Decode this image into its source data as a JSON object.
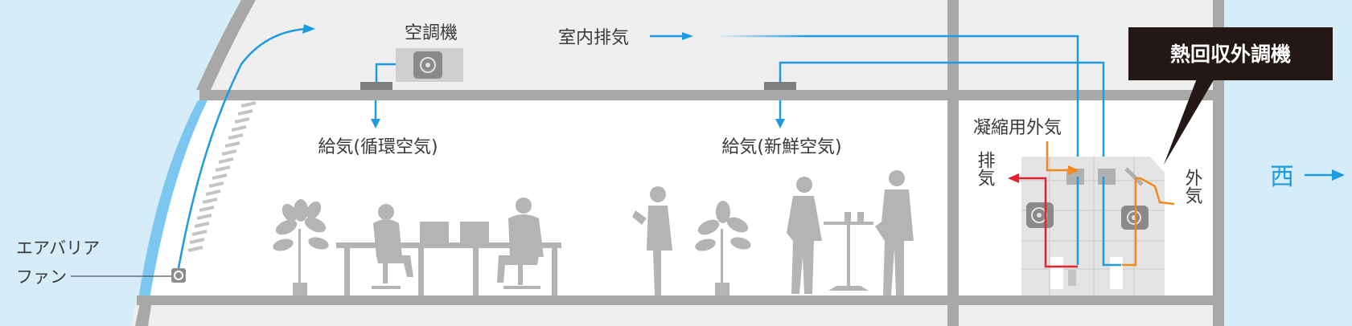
{
  "labels": {
    "ac_unit": "空調機",
    "indoor_exhaust": "室内排気",
    "supply_recirc": "給気(循環空気)",
    "supply_fresh": "給気(新鮮空気)",
    "condensing_air": "凝縮用外気",
    "exhaust": "排気",
    "outside_air": "外気",
    "heat_recovery_unit": "熱回収外調機",
    "west": "西",
    "airbarrier_fan_line1": "エアバリア",
    "airbarrier_fan_line2": "ファン"
  },
  "colors": {
    "sky": "#d6ecf8",
    "glass": "#7cc7ef",
    "building": "#a8a8a8",
    "ceiling": "#efefef",
    "room": "#ffffff",
    "silhouette": "#b4b4b4",
    "duct_blue": "#1e9be0",
    "duct_red": "#e6232b",
    "duct_orange": "#f08a1e",
    "callout_bg": "#231815",
    "callout_text": "#ffffff"
  }
}
